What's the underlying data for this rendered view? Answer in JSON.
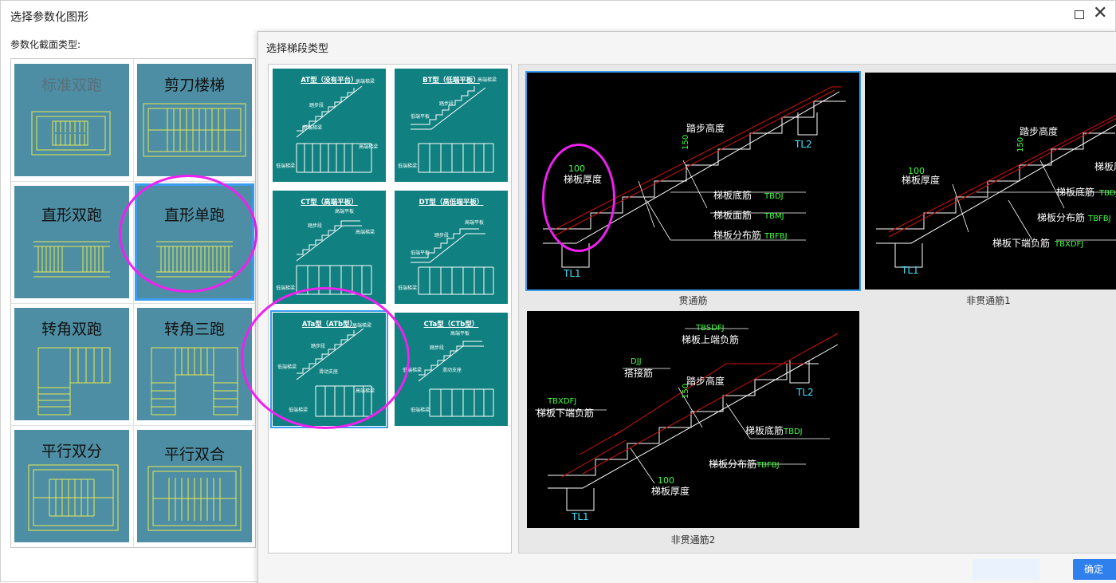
{
  "window": {
    "title": "选择参数化图形"
  },
  "left_panel": {
    "label": "参数化截面类型:",
    "tiles": [
      {
        "label": "标准双跑",
        "selected": false
      },
      {
        "label": "剪刀楼梯",
        "selected": false
      },
      {
        "label": "直形双跑",
        "selected": false
      },
      {
        "label": "直形单跑",
        "selected": true
      },
      {
        "label": "转角双跑",
        "selected": false
      },
      {
        "label": "转角三跑",
        "selected": false
      },
      {
        "label": "平行双分",
        "selected": false
      },
      {
        "label": "平行双合",
        "selected": false
      }
    ]
  },
  "dialog": {
    "title": "选择梯段类型",
    "stair_types": [
      {
        "label": "AT型（没有平台）",
        "selected": false
      },
      {
        "label": "BT型（低端平板）",
        "selected": false
      },
      {
        "label": "CT型（高端平板）",
        "selected": false
      },
      {
        "label": "DT型（高低端平板）",
        "selected": false
      },
      {
        "label": "ATa型（ATb型）",
        "selected": true
      },
      {
        "label": "CTa型（CTb型）",
        "selected": false
      }
    ],
    "details": [
      {
        "caption": "贯通筋",
        "selected": true
      },
      {
        "caption": "非贯通筋1",
        "selected": false
      },
      {
        "caption": "非贯通筋2",
        "selected": false
      }
    ],
    "ok_label": "确定"
  },
  "drawing_labels": {
    "step_height": "踏步高度",
    "slab_thickness": "梯板厚度",
    "bottom_bar": "梯板底筋",
    "top_bar": "梯板面筋",
    "dist_bar": "梯板分布筋",
    "lower_neg_bar": "梯板下端负筋",
    "upper_neg_bar": "梯板上端负筋",
    "lap_bar": "搭接筋",
    "tl1": "TL1",
    "tl2": "TL2",
    "dim100": "100",
    "dim150": "150",
    "tbdj": "TBDJ",
    "tbmj": "TBMJ",
    "tbfbj": "TBFBJ",
    "tbxdfj": "TBXDFJ",
    "tbsdfj": "TBSDFJ",
    "djj": "DJJ",
    "landing_beam_low": "低端梯梁",
    "landing_beam_high": "高端梯梁",
    "step_label": "踏步段",
    "high_landing": "高端平板",
    "low_landing": "低端平板",
    "sliding_support": "滑动支座"
  },
  "colors": {
    "tile_blue": "#4d8ea4",
    "tile_teal": "#108080",
    "select_blue": "#3a9ef0",
    "annotation_magenta": "#f020f0",
    "rebar_red": "#d01010",
    "dim_green": "#40ff40",
    "tl_cyan": "#40e0ff"
  }
}
